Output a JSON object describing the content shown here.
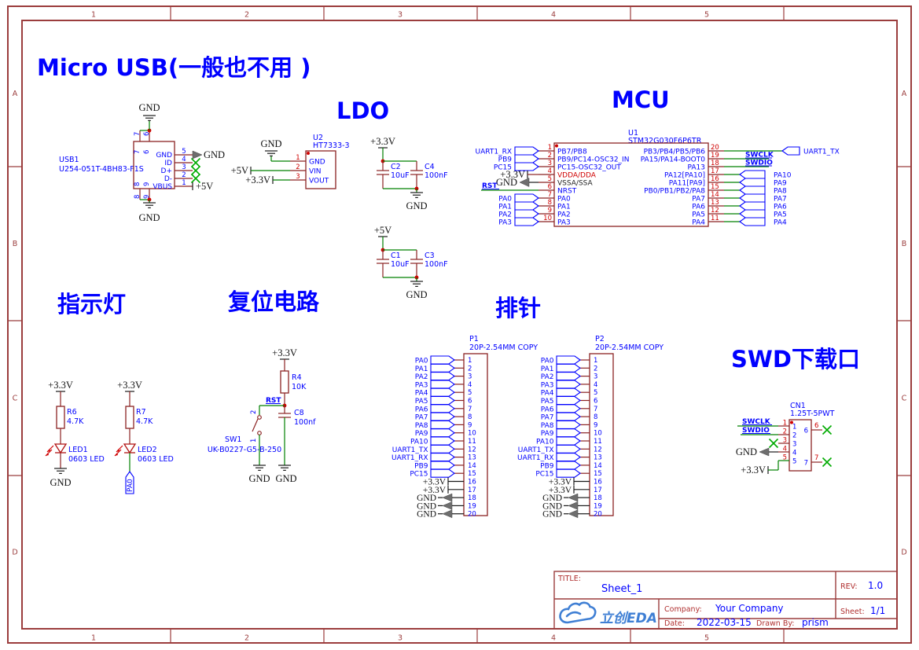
{
  "frame": {
    "columns": [
      "1",
      "2",
      "3",
      "4",
      "5"
    ],
    "rows": [
      "A",
      "B",
      "C",
      "D"
    ]
  },
  "section_titles": {
    "usb": "Micro USB(一般也不用 )",
    "ldo": "LDO",
    "mcu": "MCU",
    "indicator": "指示灯",
    "reset": "复位电路",
    "headers": "排针",
    "swd": "SWD下载口"
  },
  "usb": {
    "ref": "USB1",
    "part": "U254-051T-4BH83-F1S",
    "gnd_top": "GND",
    "gnd_bottom": "GND",
    "gnd_flag": "GND",
    "vbus_net": "+5V",
    "top_pin_nums": [
      "7",
      "6"
    ],
    "bottom_pin_nums": [
      "8",
      "9"
    ],
    "pins": [
      {
        "num": "5",
        "name": "GND"
      },
      {
        "num": "4",
        "name": "ID"
      },
      {
        "num": "3",
        "name": "D+"
      },
      {
        "num": "2",
        "name": "D-"
      },
      {
        "num": "1",
        "name": "VBUS"
      }
    ]
  },
  "ldo": {
    "ref": "U2",
    "part": "HT7333-3",
    "gnd_net": "GND",
    "vin_net": "+5V",
    "vout_net": "+3.3V",
    "pins": [
      {
        "num": "1",
        "name": "GND"
      },
      {
        "num": "2",
        "name": "VIN"
      },
      {
        "num": "3",
        "name": "VOUT"
      }
    ]
  },
  "cap_bank_33": {
    "rail": "+3.3V",
    "gnd": "GND",
    "caps": [
      {
        "ref": "C2",
        "value": "10uF"
      },
      {
        "ref": "C4",
        "value": "100nF"
      }
    ]
  },
  "cap_bank_5": {
    "rail": "+5V",
    "gnd": "GND",
    "caps": [
      {
        "ref": "C1",
        "value": "10uF"
      },
      {
        "ref": "C3",
        "value": "100nF"
      }
    ]
  },
  "mcu": {
    "ref": "U1",
    "part": "STM32G030F6P6TR",
    "left_pins": [
      {
        "num": "1",
        "name": "PB7/PB8",
        "conn": "UART1_RX"
      },
      {
        "num": "2",
        "name": "PB9/PC14-OSC32_IN",
        "conn": "PB9"
      },
      {
        "num": "3",
        "name": "PC15-OSC32_OUT",
        "conn": "PC15"
      },
      {
        "num": "4",
        "name": "VDDA/DDA",
        "conn": "+3.3V"
      },
      {
        "num": "5",
        "name": "VSSA/SSA",
        "conn": "GND"
      },
      {
        "num": "6",
        "name": "NRST",
        "conn": "RST"
      },
      {
        "num": "7",
        "name": "PA0",
        "conn": "PA0"
      },
      {
        "num": "8",
        "name": "PA1",
        "conn": "PA1"
      },
      {
        "num": "9",
        "name": "PA2",
        "conn": "PA2"
      },
      {
        "num": "10",
        "name": "PA3",
        "conn": "PA3"
      }
    ],
    "right_pins": [
      {
        "num": "20",
        "name": "PB3/PB4/PB5/PB6",
        "conn": "UART1_TX"
      },
      {
        "num": "19",
        "name": "PA15/PA14-BOOT0",
        "conn": "SWCLK"
      },
      {
        "num": "18",
        "name": "PA13",
        "conn": "SWDIO"
      },
      {
        "num": "17",
        "name": "PA12[PA10]",
        "conn": "PA10"
      },
      {
        "num": "16",
        "name": "PA11[PA9]",
        "conn": "PA9"
      },
      {
        "num": "15",
        "name": "PB0/PB1/PB2/PA8",
        "conn": "PA8"
      },
      {
        "num": "14",
        "name": "PA7",
        "conn": "PA7"
      },
      {
        "num": "13",
        "name": "PA6",
        "conn": "PA6"
      },
      {
        "num": "12",
        "name": "PA5",
        "conn": "PA5"
      },
      {
        "num": "11",
        "name": "PA4",
        "conn": "PA4"
      }
    ]
  },
  "indicator": {
    "led1": {
      "rail": "+3.3V",
      "res_ref": "R6",
      "res_value": "4.7K",
      "led_ref": "LED1",
      "led_value": "0603 LED",
      "bottom_net": "GND"
    },
    "led2": {
      "rail": "+3.3V",
      "res_ref": "R7",
      "res_value": "4.7K",
      "led_ref": "LED2",
      "led_value": "0603 LED",
      "bottom_net": "PA0"
    }
  },
  "reset": {
    "rail": "+3.3V",
    "res_ref": "R4",
    "res_value": "10K",
    "net": "RST",
    "sw_ref": "SW1",
    "sw_part": "UK-B0227-G5-B-250",
    "sw_pins": [
      "2",
      "1"
    ],
    "cap_ref": "C8",
    "cap_value": "100nf",
    "gnd_left": "GND",
    "gnd_right": "GND"
  },
  "header_p1": {
    "ref": "P1",
    "part": "20P-2.54MM COPY",
    "pins": [
      {
        "num": "1",
        "label": "PA0",
        "kind": "port"
      },
      {
        "num": "2",
        "label": "PA1",
        "kind": "port"
      },
      {
        "num": "3",
        "label": "PA2",
        "kind": "port"
      },
      {
        "num": "4",
        "label": "PA3",
        "kind": "port"
      },
      {
        "num": "5",
        "label": "PA4",
        "kind": "port"
      },
      {
        "num": "6",
        "label": "PA5",
        "kind": "port"
      },
      {
        "num": "7",
        "label": "PA6",
        "kind": "port"
      },
      {
        "num": "8",
        "label": "PA7",
        "kind": "port"
      },
      {
        "num": "9",
        "label": "PA8",
        "kind": "port"
      },
      {
        "num": "10",
        "label": "PA9",
        "kind": "port"
      },
      {
        "num": "11",
        "label": "PA10",
        "kind": "port"
      },
      {
        "num": "12",
        "label": "UART1_TX",
        "kind": "port"
      },
      {
        "num": "13",
        "label": "UART1_RX",
        "kind": "port"
      },
      {
        "num": "14",
        "label": "PB9",
        "kind": "port"
      },
      {
        "num": "15",
        "label": "PC15",
        "kind": "port"
      },
      {
        "num": "16",
        "label": "+3.3V",
        "kind": "power"
      },
      {
        "num": "17",
        "label": "+3.3V",
        "kind": "power"
      },
      {
        "num": "18",
        "label": "GND",
        "kind": "gnd"
      },
      {
        "num": "19",
        "label": "GND",
        "kind": "gnd"
      },
      {
        "num": "20",
        "label": "GND",
        "kind": "gnd"
      }
    ]
  },
  "header_p2": {
    "ref": "P2",
    "part": "20P-2.54MM COPY",
    "pins": [
      {
        "num": "1",
        "label": "PA0",
        "kind": "port"
      },
      {
        "num": "2",
        "label": "PA1",
        "kind": "port"
      },
      {
        "num": "3",
        "label": "PA2",
        "kind": "port"
      },
      {
        "num": "4",
        "label": "PA3",
        "kind": "port"
      },
      {
        "num": "5",
        "label": "PA4",
        "kind": "port"
      },
      {
        "num": "6",
        "label": "PA5",
        "kind": "port"
      },
      {
        "num": "7",
        "label": "PA6",
        "kind": "port"
      },
      {
        "num": "8",
        "label": "PA7",
        "kind": "port"
      },
      {
        "num": "9",
        "label": "PA8",
        "kind": "port"
      },
      {
        "num": "10",
        "label": "PA9",
        "kind": "port"
      },
      {
        "num": "11",
        "label": "PA10",
        "kind": "port"
      },
      {
        "num": "12",
        "label": "UART1_TX",
        "kind": "port"
      },
      {
        "num": "13",
        "label": "UART1_RX",
        "kind": "port"
      },
      {
        "num": "14",
        "label": "PB9",
        "kind": "port"
      },
      {
        "num": "15",
        "label": "PC15",
        "kind": "port"
      },
      {
        "num": "16",
        "label": "+3.3V",
        "kind": "power"
      },
      {
        "num": "17",
        "label": "+3.3V",
        "kind": "power"
      },
      {
        "num": "18",
        "label": "GND",
        "kind": "gnd"
      },
      {
        "num": "19",
        "label": "GND",
        "kind": "gnd"
      },
      {
        "num": "20",
        "label": "GND",
        "kind": "gnd"
      }
    ]
  },
  "swd": {
    "ref": "CN1",
    "part": "1.25T-5PWT",
    "rail": "+3.3V",
    "gnd": "GND",
    "left_pins": [
      {
        "num": "1",
        "conn": "SWCLK"
      },
      {
        "num": "2",
        "conn": "SWDIO"
      },
      {
        "num": "3",
        "conn": ""
      },
      {
        "num": "4",
        "conn": "GND"
      },
      {
        "num": "5",
        "conn": "+3.3V"
      }
    ],
    "right_pins": [
      {
        "num": "6"
      },
      {
        "num": "7"
      }
    ]
  },
  "title_block": {
    "title_label": "TITLE:",
    "title": "Sheet_1",
    "rev_label": "REV:",
    "rev": "1.0",
    "company_label": "Company:",
    "company": "Your Company",
    "sheet_label": "Sheet:",
    "sheet": "1/1",
    "date_label": "Date:",
    "date": "2022-03-15",
    "drawn_label": "Drawn By:",
    "drawn": "prism",
    "logo_text": "立创EDA"
  },
  "colors": {
    "label_blue": "#0000ff",
    "wire_green": "#008000",
    "outline_red": "#8b2323",
    "pin_number_red": "#cf0000",
    "frame_red": "#9b3d3d",
    "logo_blue": "#3f7fd4"
  }
}
